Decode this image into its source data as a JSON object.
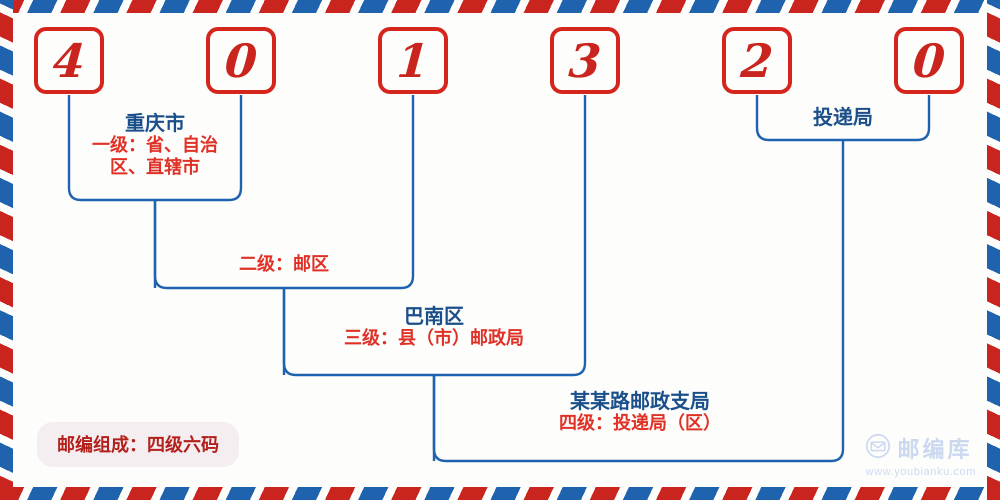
{
  "postcode": {
    "digits": [
      "4",
      "0",
      "1",
      "3",
      "2",
      "0"
    ]
  },
  "levels": [
    {
      "id": "level-1",
      "title": "重庆市",
      "subtitle": "一级：省、自治区、直辖市",
      "span_digits": "1-2"
    },
    {
      "id": "level-2",
      "title": "",
      "subtitle": "二级：邮区",
      "span_digits": "1-3"
    },
    {
      "id": "level-3",
      "title": "巴南区",
      "subtitle": "三级：县（市）邮政局",
      "span_digits": "2-4"
    },
    {
      "id": "level-4",
      "title": "某某路邮政支局",
      "subtitle": "四级：投递局（区）",
      "span_digits": "3-6"
    },
    {
      "id": "delivery-office",
      "title": "投递局",
      "subtitle": "",
      "span_digits": "5-6"
    }
  ],
  "legend": {
    "text": "邮编组成：四级六码"
  },
  "watermark": {
    "icon": "envelope-circle-icon",
    "brand": "邮编库",
    "url": "www.youbianku.com"
  },
  "colors": {
    "red": "#c9241d",
    "box_border_red": "#d5261e",
    "sub_red": "#e03127",
    "title_blue": "#1b4f8a",
    "wire_blue": "#1f62ad",
    "badge_bg": "#f4eef0",
    "badge_text": "#b3201c",
    "page_bg": "#fdfdfc",
    "watermark": "#c4d3ef"
  }
}
